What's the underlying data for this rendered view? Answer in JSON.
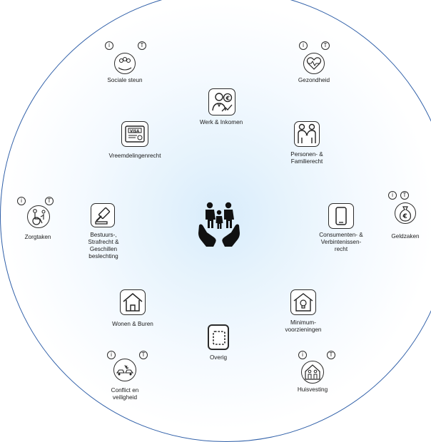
{
  "badges": {
    "info": "i",
    "tool": "T"
  },
  "center": {
    "icon": "family-in-hands-icon"
  },
  "inner": [
    {
      "id": "werk",
      "label": "Werk & Inkomen",
      "icon": "job-income-icon"
    },
    {
      "id": "personen",
      "label": "Personen- &\nFamilierecht",
      "icon": "handshake-icon"
    },
    {
      "id": "consumenten",
      "label": "Consumenten- &\nVerbintenissen-\nrecht",
      "icon": "phone-icon"
    },
    {
      "id": "minimum",
      "label": "Minimum-\nvoorzieningen",
      "icon": "house-lightbulb-icon"
    },
    {
      "id": "overig",
      "label": "Overig",
      "icon": "square-icon"
    },
    {
      "id": "wonen",
      "label": "Wonen & Buren",
      "icon": "house-icon"
    },
    {
      "id": "bestuurs",
      "label": "Bestuurs-,\nStrafrecht &\nGeschillen\nbeslechting",
      "icon": "gavel-icon"
    },
    {
      "id": "vreemdelingen",
      "label": "Vreemdelingenrecht",
      "icon": "visa-icon"
    }
  ],
  "outer": [
    {
      "id": "sociale",
      "label": "Sociale steun",
      "icon": "support-group-icon"
    },
    {
      "id": "gezondheid",
      "label": "Gezondheid",
      "icon": "heart-pulse-icon"
    },
    {
      "id": "geldzaken",
      "label": "Geldzaken",
      "icon": "money-bag-icon"
    },
    {
      "id": "huisvesting",
      "label": "Huisvesting",
      "icon": "family-house-icon"
    },
    {
      "id": "conflict",
      "label": "Conflict en\nveiligheid",
      "icon": "car-crash-icon"
    },
    {
      "id": "zorgtaken",
      "label": "Zorgtaken",
      "icon": "wheelchair-icon"
    }
  ]
}
